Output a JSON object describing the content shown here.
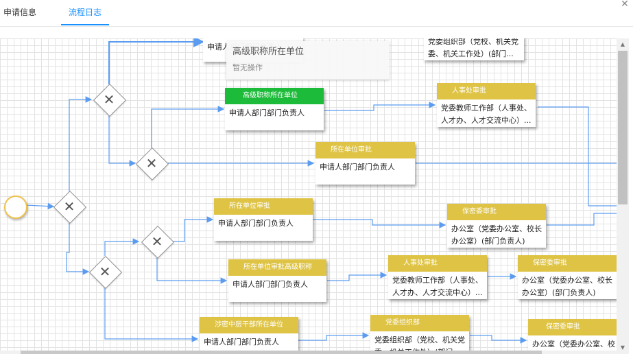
{
  "tabs": [
    {
      "label": "申请信息",
      "active": false
    },
    {
      "label": "流程日志",
      "active": true
    }
  ],
  "close_icon": "close-icon",
  "tooltip": {
    "title": "高级职称所在单位",
    "subtitle": "暂无操作"
  },
  "nodes": [
    {
      "id": "n1",
      "header": "",
      "body": [
        "申请人部门部门负责人"
      ]
    },
    {
      "id": "n2",
      "header": "",
      "body": [
        "党委组织部（党校、机关党",
        "委、机关工作处）(部门..."
      ]
    },
    {
      "id": "n3",
      "header": "高级职称所在单位",
      "header_color": "#1dbb3a",
      "body": [
        "申请人部门部门负责人"
      ]
    },
    {
      "id": "n4",
      "header": "人事处审批",
      "header_color": "#dec344",
      "body": [
        "党委教师工作部（人事处、",
        "人才办、人才交流中心）..."
      ]
    },
    {
      "id": "n5",
      "header": "所在单位审批",
      "header_color": "#dec344",
      "body": [
        "申请人部门部门负责人"
      ]
    },
    {
      "id": "n6",
      "header": "所在单位审批",
      "header_color": "#dec344",
      "body": [
        "申请人部门部门负责人"
      ]
    },
    {
      "id": "n7",
      "header": "保密委审批",
      "header_color": "#dec344",
      "body": [
        "办公室（党委办公室、校长",
        "办公室）(部门负责人)"
      ]
    },
    {
      "id": "n8",
      "header": "所在单位审批高级职称",
      "header_color": "#dec344",
      "body": [
        "申请人部门部门负责人"
      ]
    },
    {
      "id": "n9",
      "header": "人事处审批",
      "header_color": "#dec344",
      "body": [
        "党委教师工作部（人事处、",
        "人才办、人才交流中心）..."
      ]
    },
    {
      "id": "n10",
      "header": "保密委审批",
      "header_color": "#dec344",
      "body": [
        "办公室（党委办公室、校长",
        "办公室）(部门负责人)"
      ]
    },
    {
      "id": "n11",
      "header": "涉密中层干部所在单位",
      "header_color": "#dec344",
      "body": [
        "申请人部门部门负责人"
      ]
    },
    {
      "id": "n12",
      "header": "党委组织部",
      "header_color": "#dec344",
      "body": [
        "党委组织部（党校、机关党",
        "委、机关工作处）(部门..."
      ]
    },
    {
      "id": "n13",
      "header": "保密委审批",
      "header_color": "#dec344",
      "body": [
        "办公室（党委办公室、校"
      ]
    }
  ],
  "gateway_icon": "exclusive-gateway-x-icon",
  "edge_color": "#5b9cf0",
  "grid_color": "#e3e3e3"
}
